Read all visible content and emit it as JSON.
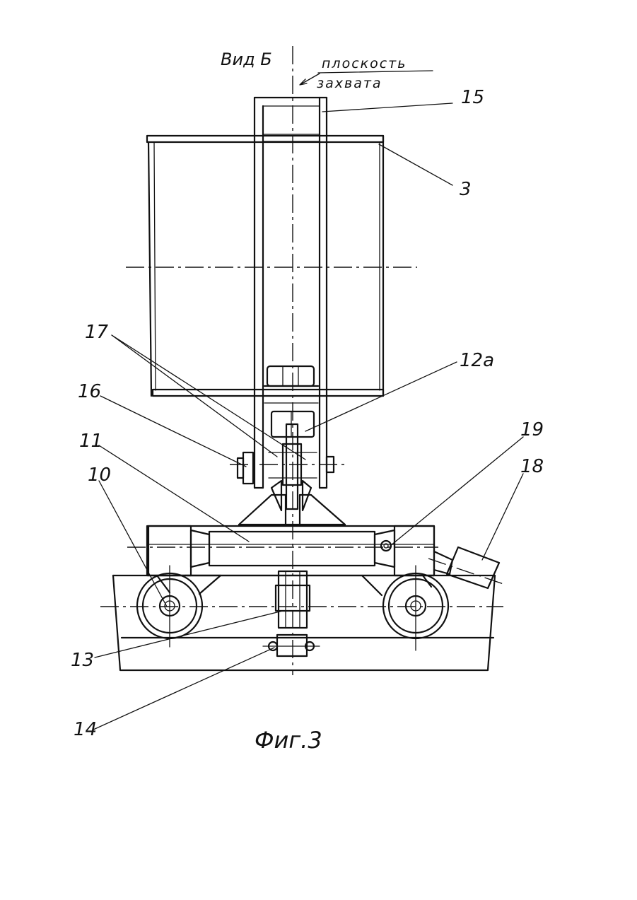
{
  "view_title": "Вид Б",
  "plane_label_line1": "плоскость",
  "plane_label_line2": "захвата",
  "figure_caption": "Фиг.3",
  "labels": {
    "l15": "15",
    "l3": "3",
    "l17": "17",
    "l12a": "12а",
    "l16": "16",
    "l11": "11",
    "l19": "19",
    "l18": "18",
    "l10": "10",
    "l13": "13",
    "l14": "14"
  }
}
